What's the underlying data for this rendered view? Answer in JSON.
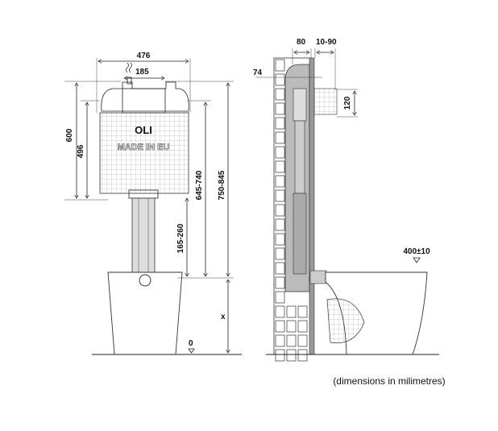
{
  "front_view": {
    "width_label": "476",
    "flush_width_label": "185",
    "height_600": "600",
    "height_496": "496",
    "range_645_740": "645-740",
    "range_750_845": "750-845",
    "range_165_260": "165-260",
    "variable_x": "x",
    "floor_level": "0",
    "logo_text": "OLI",
    "made_in_text": "MADE IN EU"
  },
  "side_view": {
    "depth_80": "80",
    "range_10_90": "10-90",
    "offset_74": "74",
    "height_120": "120",
    "seat_height": "400±10"
  },
  "footnote": "(dimensions in milimetres)"
}
